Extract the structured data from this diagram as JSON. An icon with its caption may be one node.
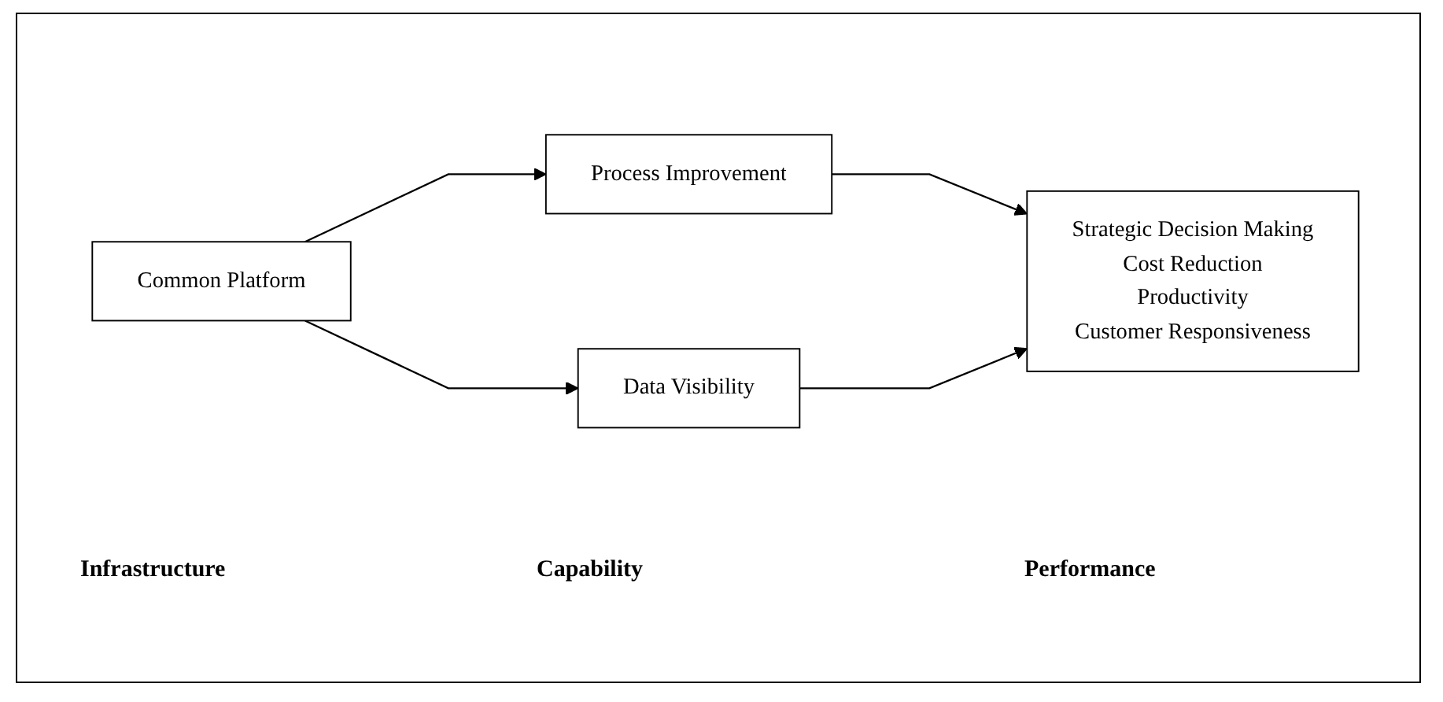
{
  "diagram": {
    "nodes": [
      {
        "text": [
          "Common Platform"
        ]
      },
      {
        "text": [
          "Process Improvement"
        ]
      },
      {
        "text": [
          "Data Visibility"
        ]
      },
      {
        "text": [
          "Strategic Decision Making",
          "Cost Reduction",
          "Productivity",
          "Customer Responsiveness"
        ]
      }
    ],
    "edges": [
      {
        "from": 0,
        "to": 1,
        "arrow": "to"
      },
      {
        "from": 0,
        "to": 2,
        "arrow": "to"
      },
      {
        "from": 1,
        "to": 3,
        "arrow": "to"
      },
      {
        "from": 2,
        "to": 3,
        "arrow": "to"
      }
    ],
    "labels": [
      "Infrastructure",
      "Capability",
      "Performance"
    ]
  }
}
